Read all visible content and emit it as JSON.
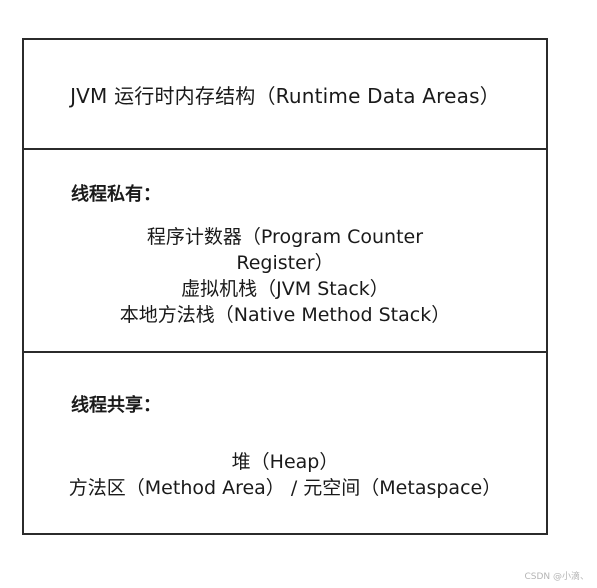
{
  "header": {
    "title": "JVM 运行时内存结构（Runtime Data Areas）"
  },
  "private_section": {
    "heading": "线程私有：",
    "items": [
      "程序计数器（Program Counter Register）",
      "虚拟机栈（JVM Stack）",
      "本地方法栈（Native Method Stack）"
    ]
  },
  "shared_section": {
    "heading": "线程共享：",
    "items": [
      "堆（Heap）",
      "方法区（Method Area） / 元空间（Metaspace）"
    ]
  },
  "watermark": {
    "text": "CSDN @小滴、"
  }
}
